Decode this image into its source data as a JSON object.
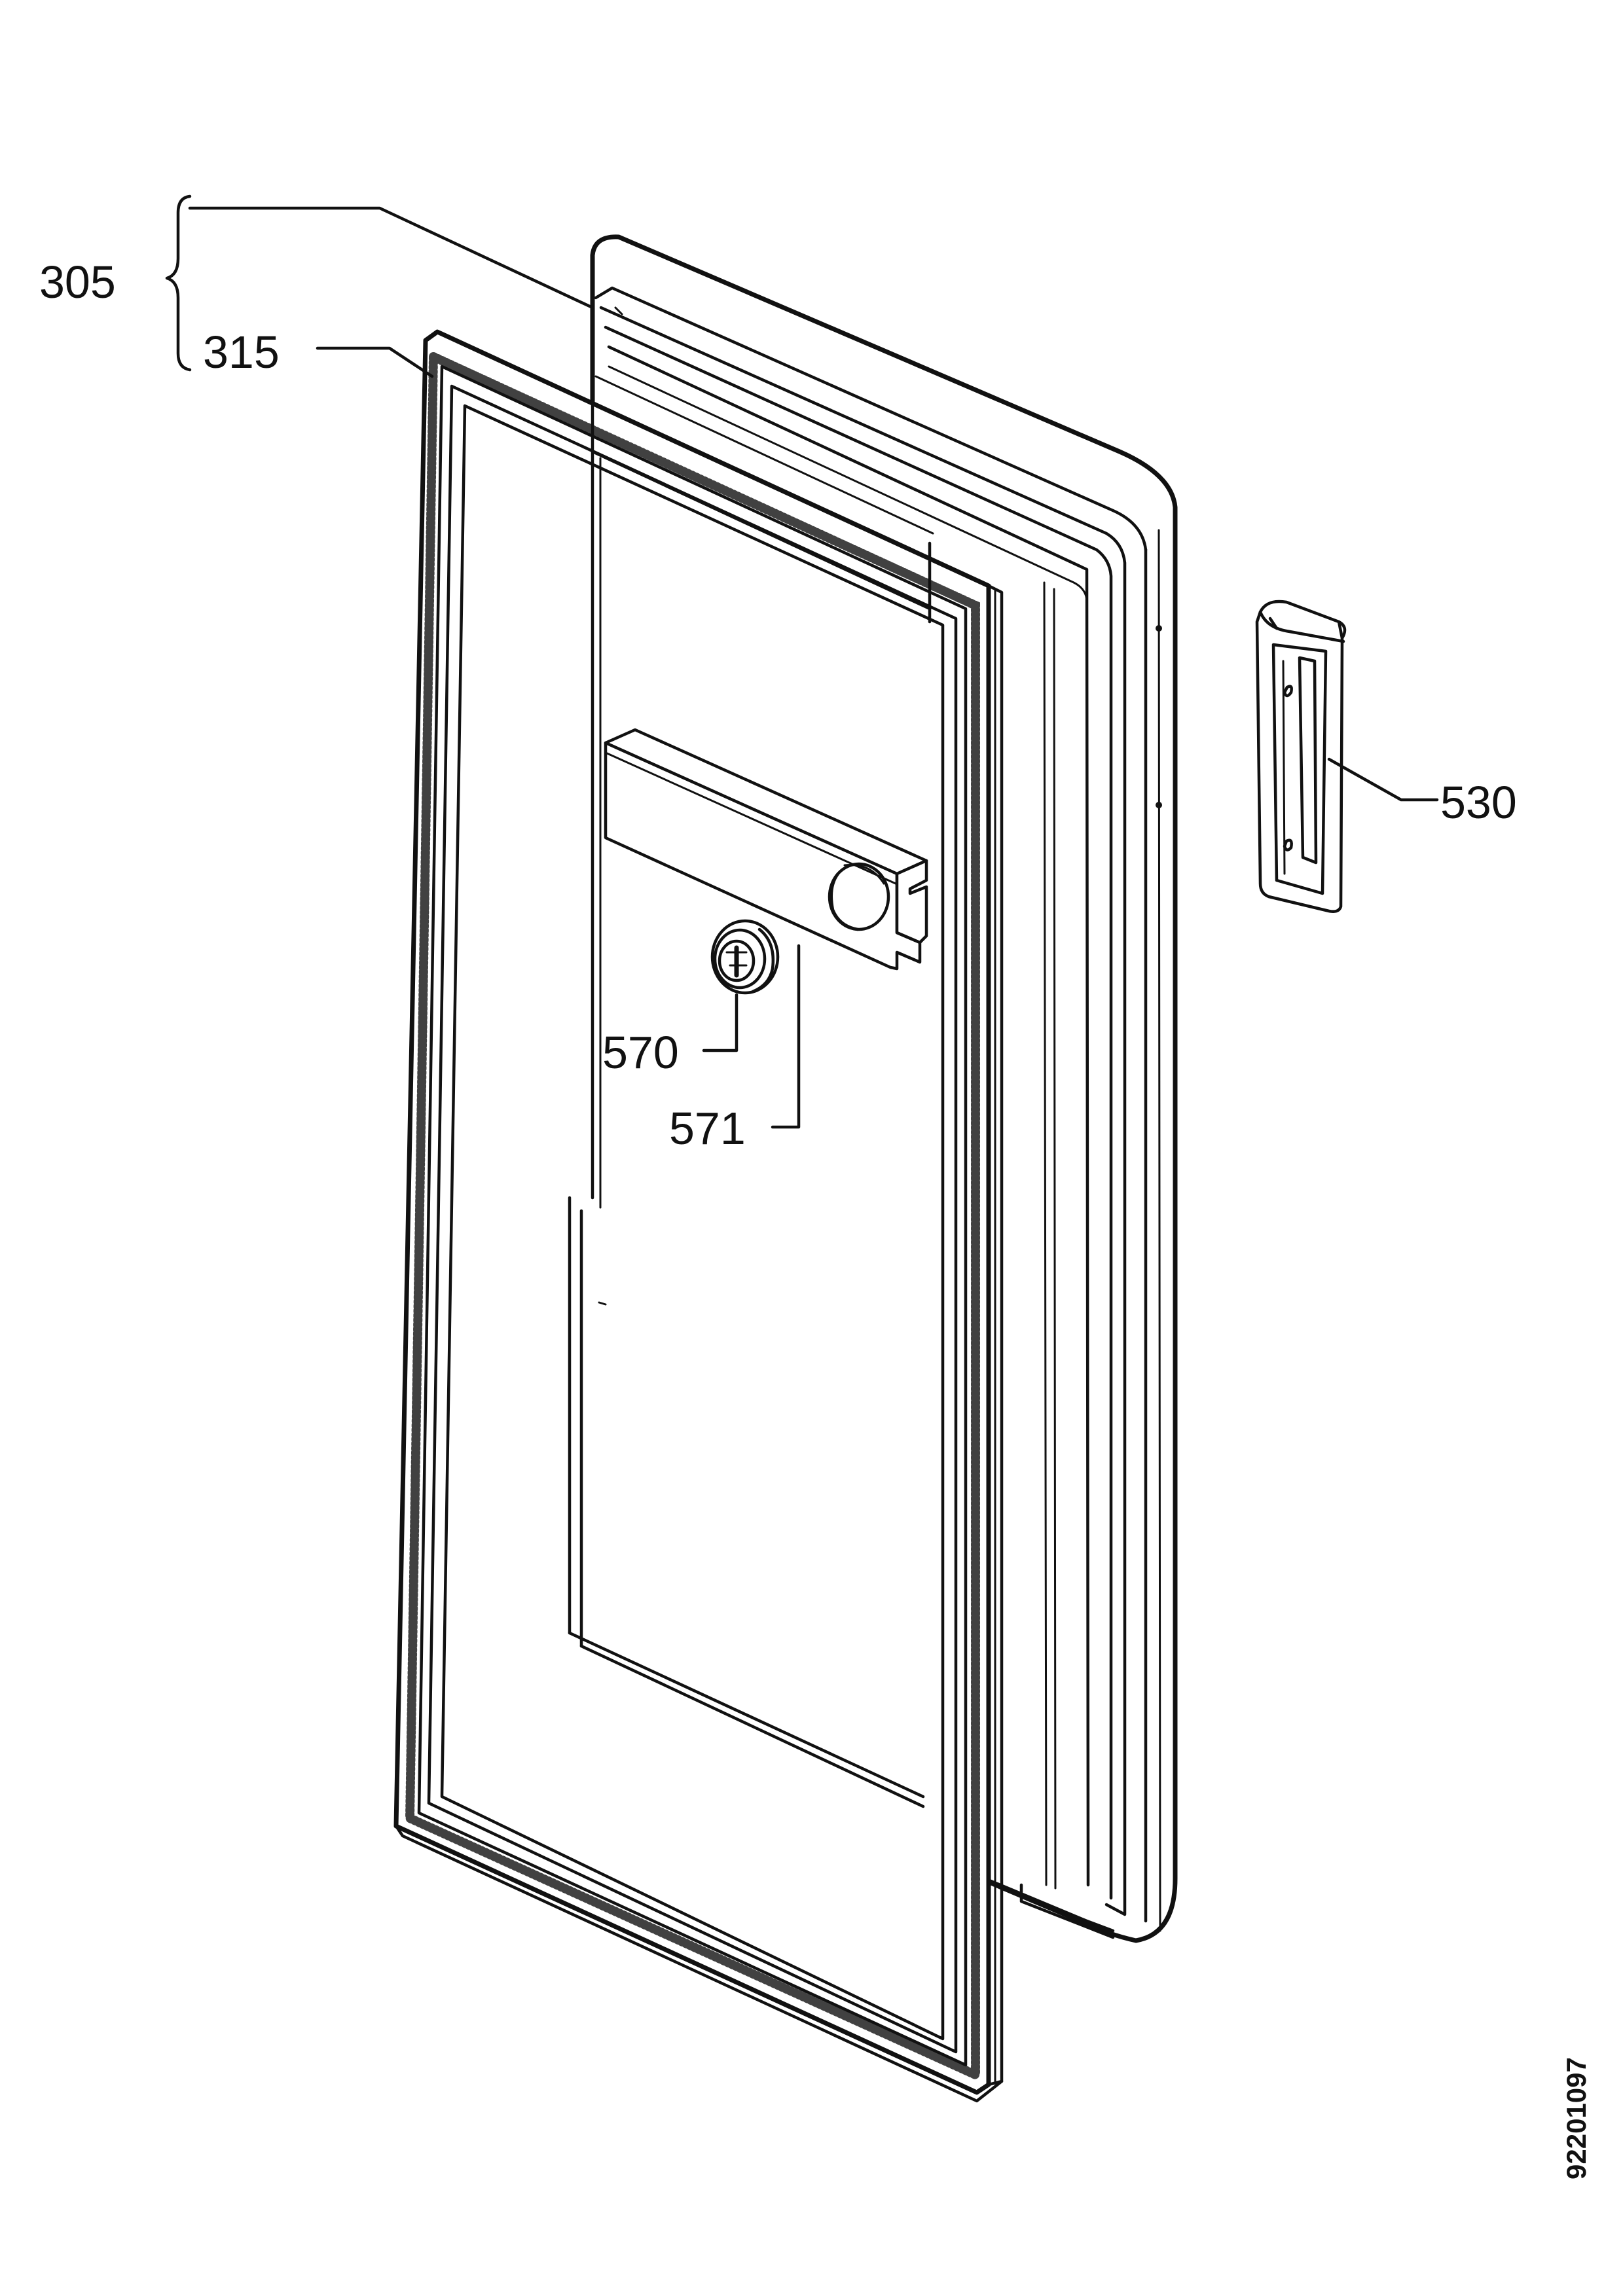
{
  "diagram": {
    "callouts": {
      "c305": "305",
      "c315": "315",
      "c530": "530",
      "c570": "570",
      "c571": "571"
    },
    "document_number": "92201097"
  }
}
